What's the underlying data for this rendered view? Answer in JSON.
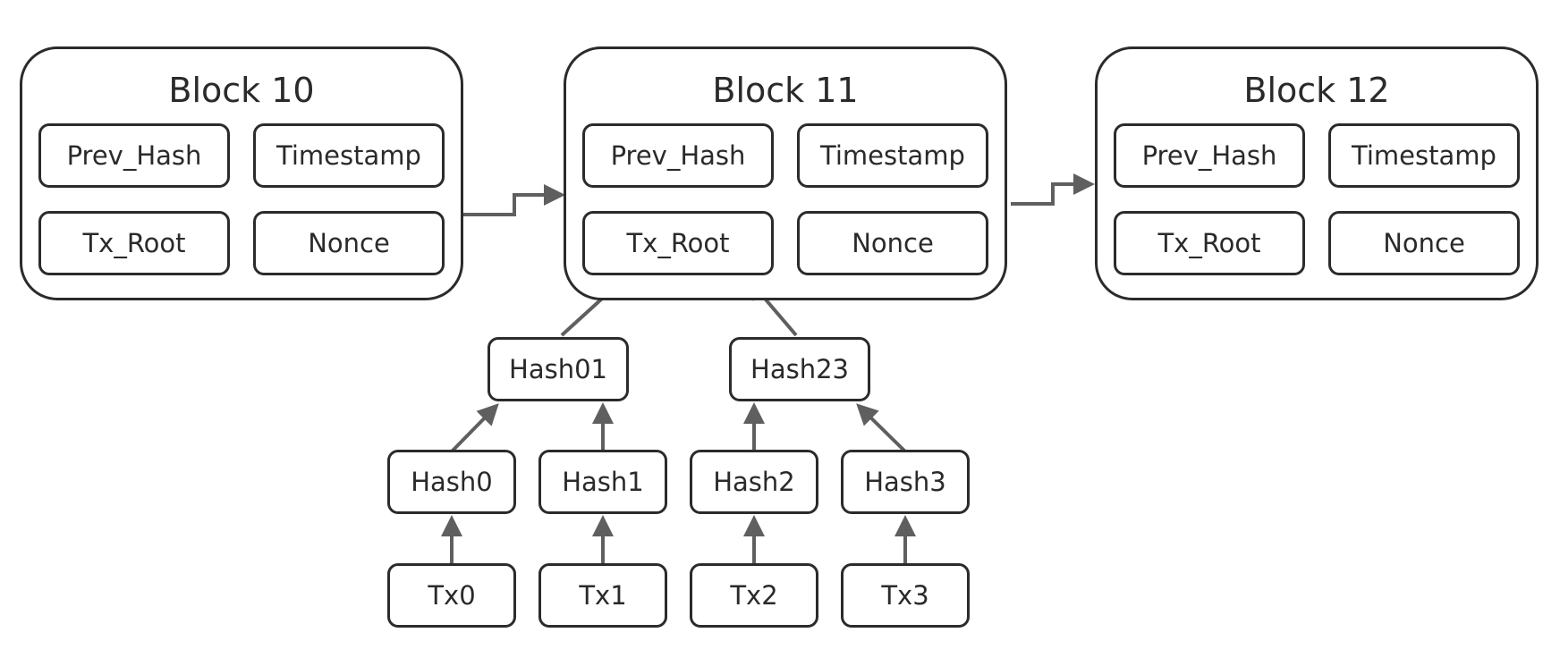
{
  "blocks": [
    {
      "title": "Block 10",
      "prev_hash": "Prev_Hash",
      "timestamp": "Timestamp",
      "tx_root": "Tx_Root",
      "nonce": "Nonce"
    },
    {
      "title": "Block 11",
      "prev_hash": "Prev_Hash",
      "timestamp": "Timestamp",
      "tx_root": "Tx_Root",
      "nonce": "Nonce"
    },
    {
      "title": "Block 12",
      "prev_hash": "Prev_Hash",
      "timestamp": "Timestamp",
      "tx_root": "Tx_Root",
      "nonce": "Nonce"
    }
  ],
  "merkle_tree": {
    "level1": [
      "Hash01",
      "Hash23"
    ],
    "level2": [
      "Hash0",
      "Hash1",
      "Hash2",
      "Hash3"
    ],
    "transactions": [
      "Tx0",
      "Tx1",
      "Tx2",
      "Tx3"
    ]
  },
  "colors": {
    "border": "#2b2b2b",
    "text": "#2a2a2a",
    "arrow": "#5f5f5f"
  }
}
